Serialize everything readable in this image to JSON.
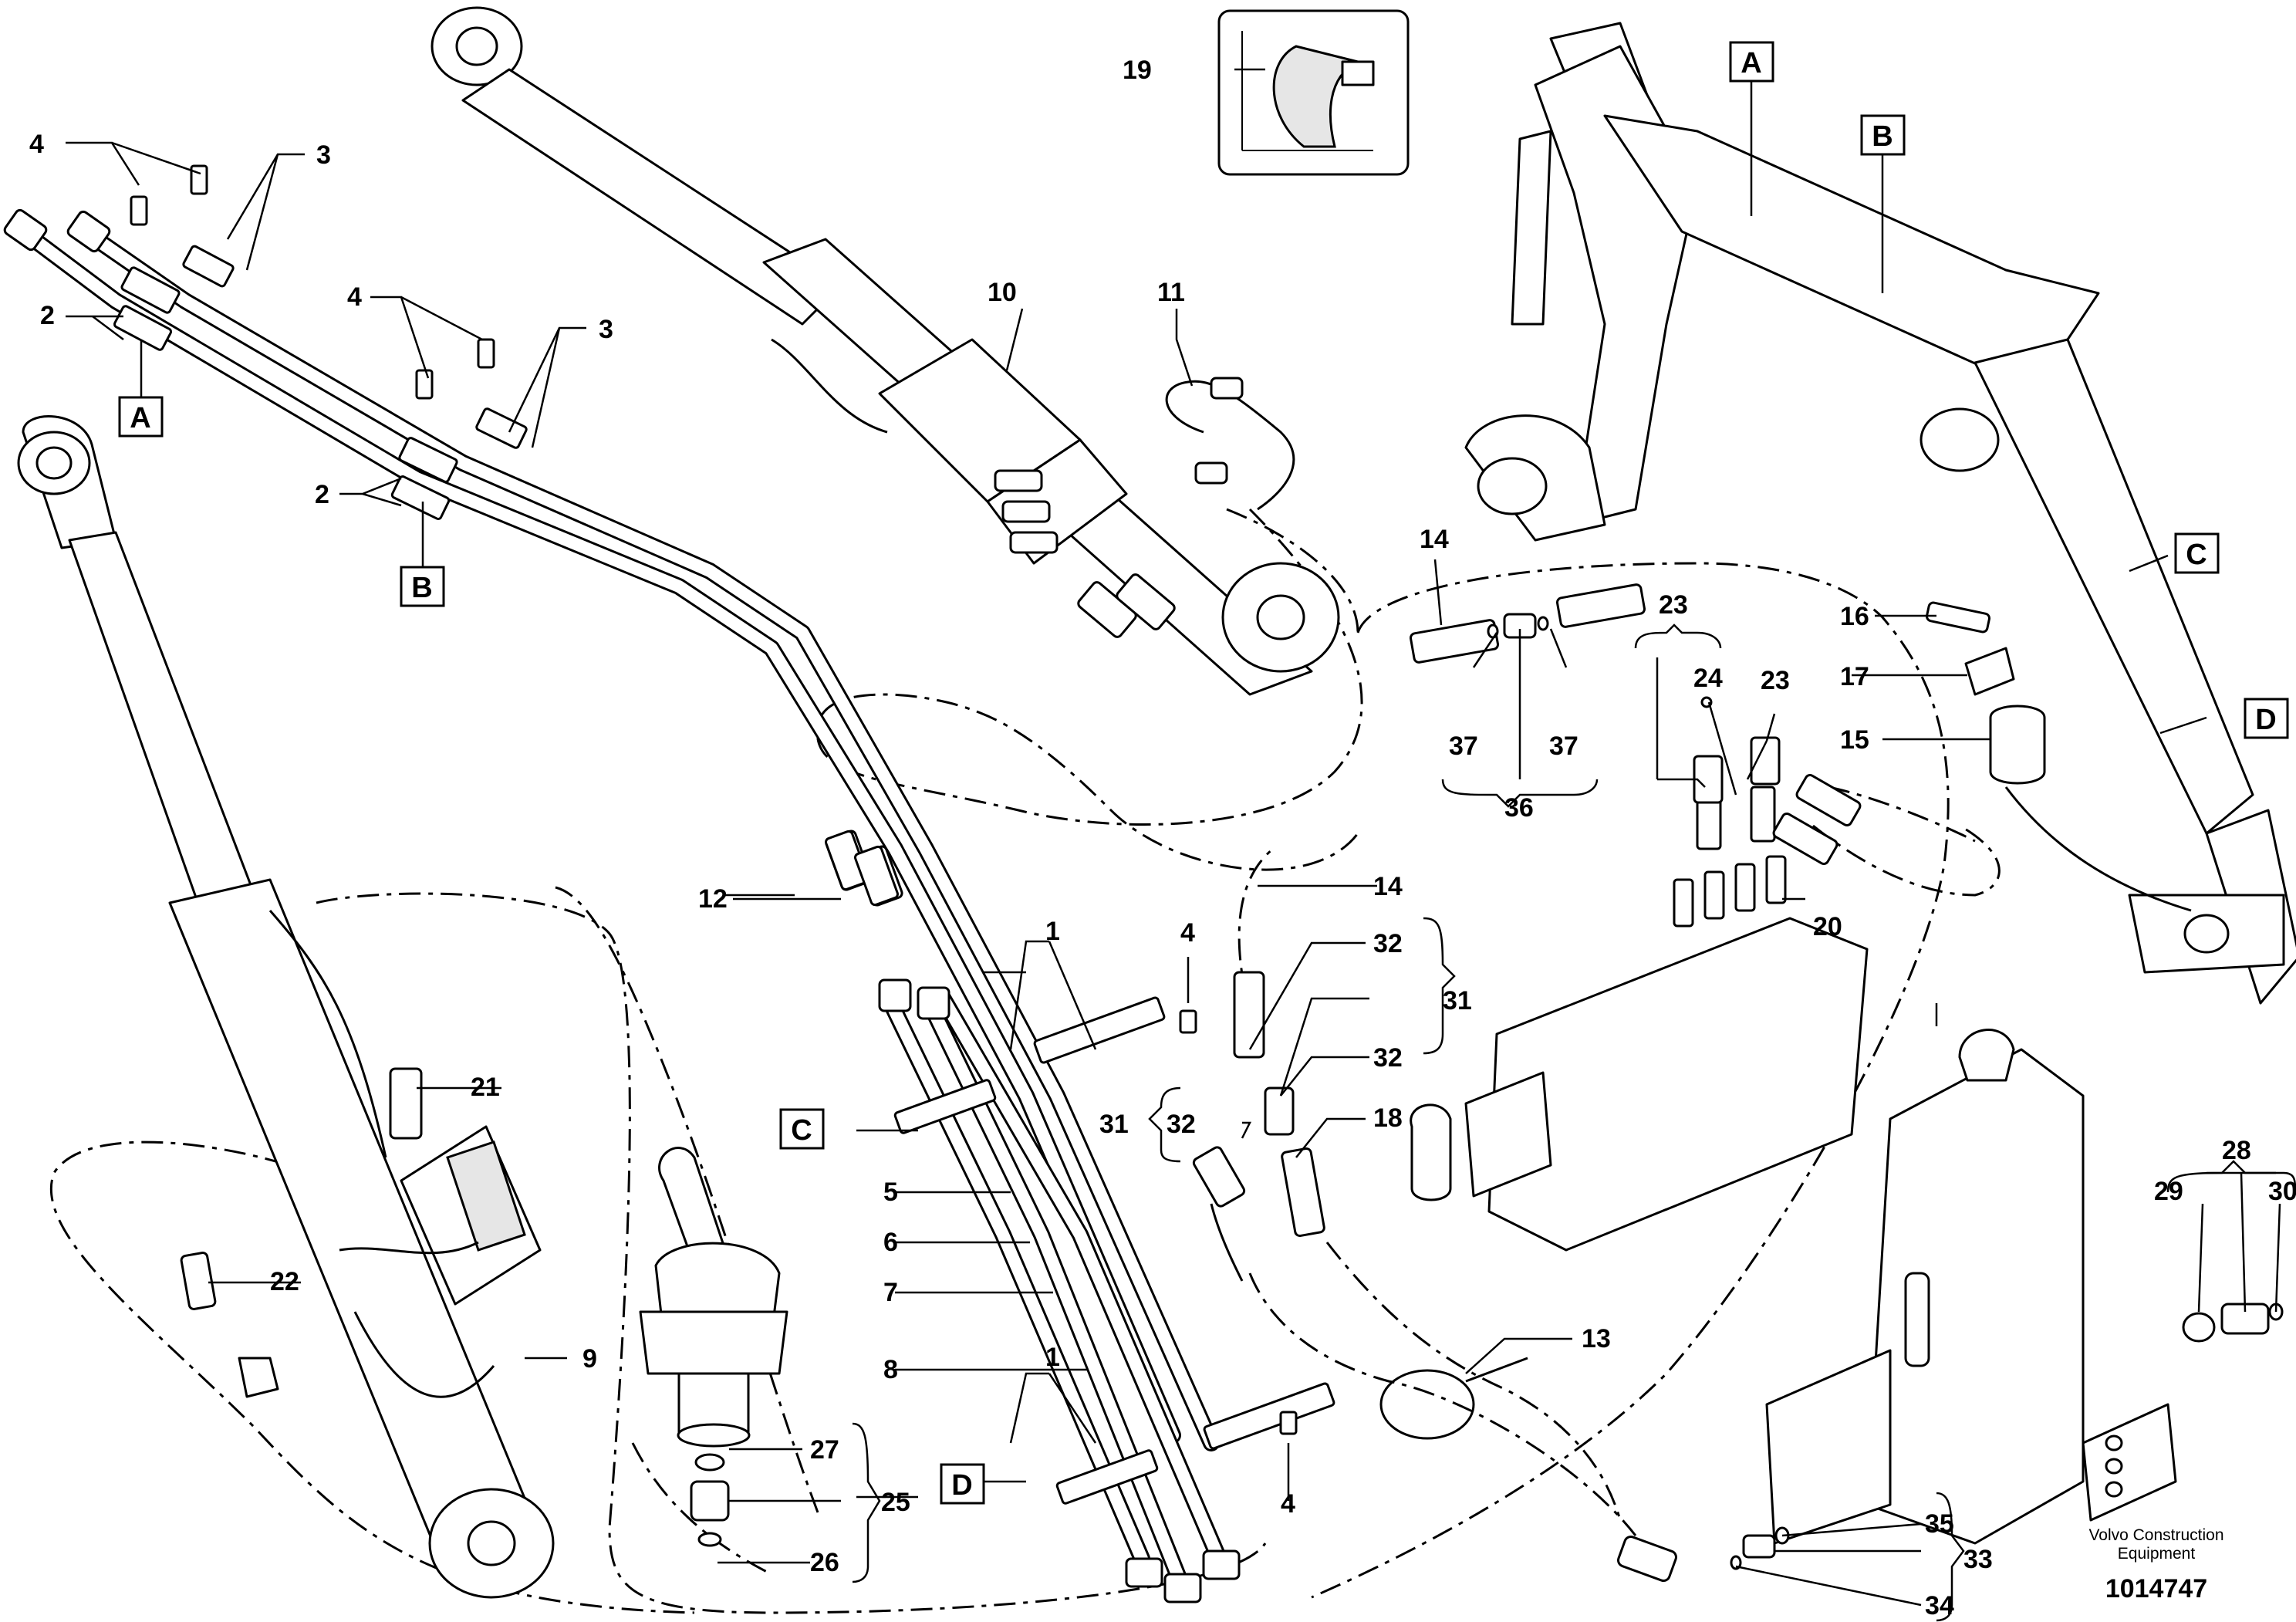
{
  "callouts": {
    "n1": "1",
    "n2": "2",
    "n3": "3",
    "n4": "4",
    "n5": "5",
    "n6": "6",
    "n7": "7",
    "n8": "8",
    "n9": "9",
    "n10": "10",
    "n11": "11",
    "n12": "12",
    "n13": "13",
    "n14": "14",
    "n15": "15",
    "n16": "16",
    "n17": "17",
    "n18": "18",
    "n19": "19",
    "n20": "20",
    "n21": "21",
    "n22": "22",
    "n23": "23",
    "n24": "24",
    "n25": "25",
    "n26": "26",
    "n27": "27",
    "n28": "28",
    "n29": "29",
    "n30": "30",
    "n31": "31",
    "n32": "32",
    "n33": "33",
    "n34": "34",
    "n35": "35",
    "n36": "36",
    "n37": "37"
  },
  "detail_refs": {
    "a": "A",
    "b": "B",
    "c": "C",
    "d": "D"
  },
  "brand": {
    "line1": "Volvo Construction",
    "line2": "Equipment"
  },
  "document_number": "1014747"
}
